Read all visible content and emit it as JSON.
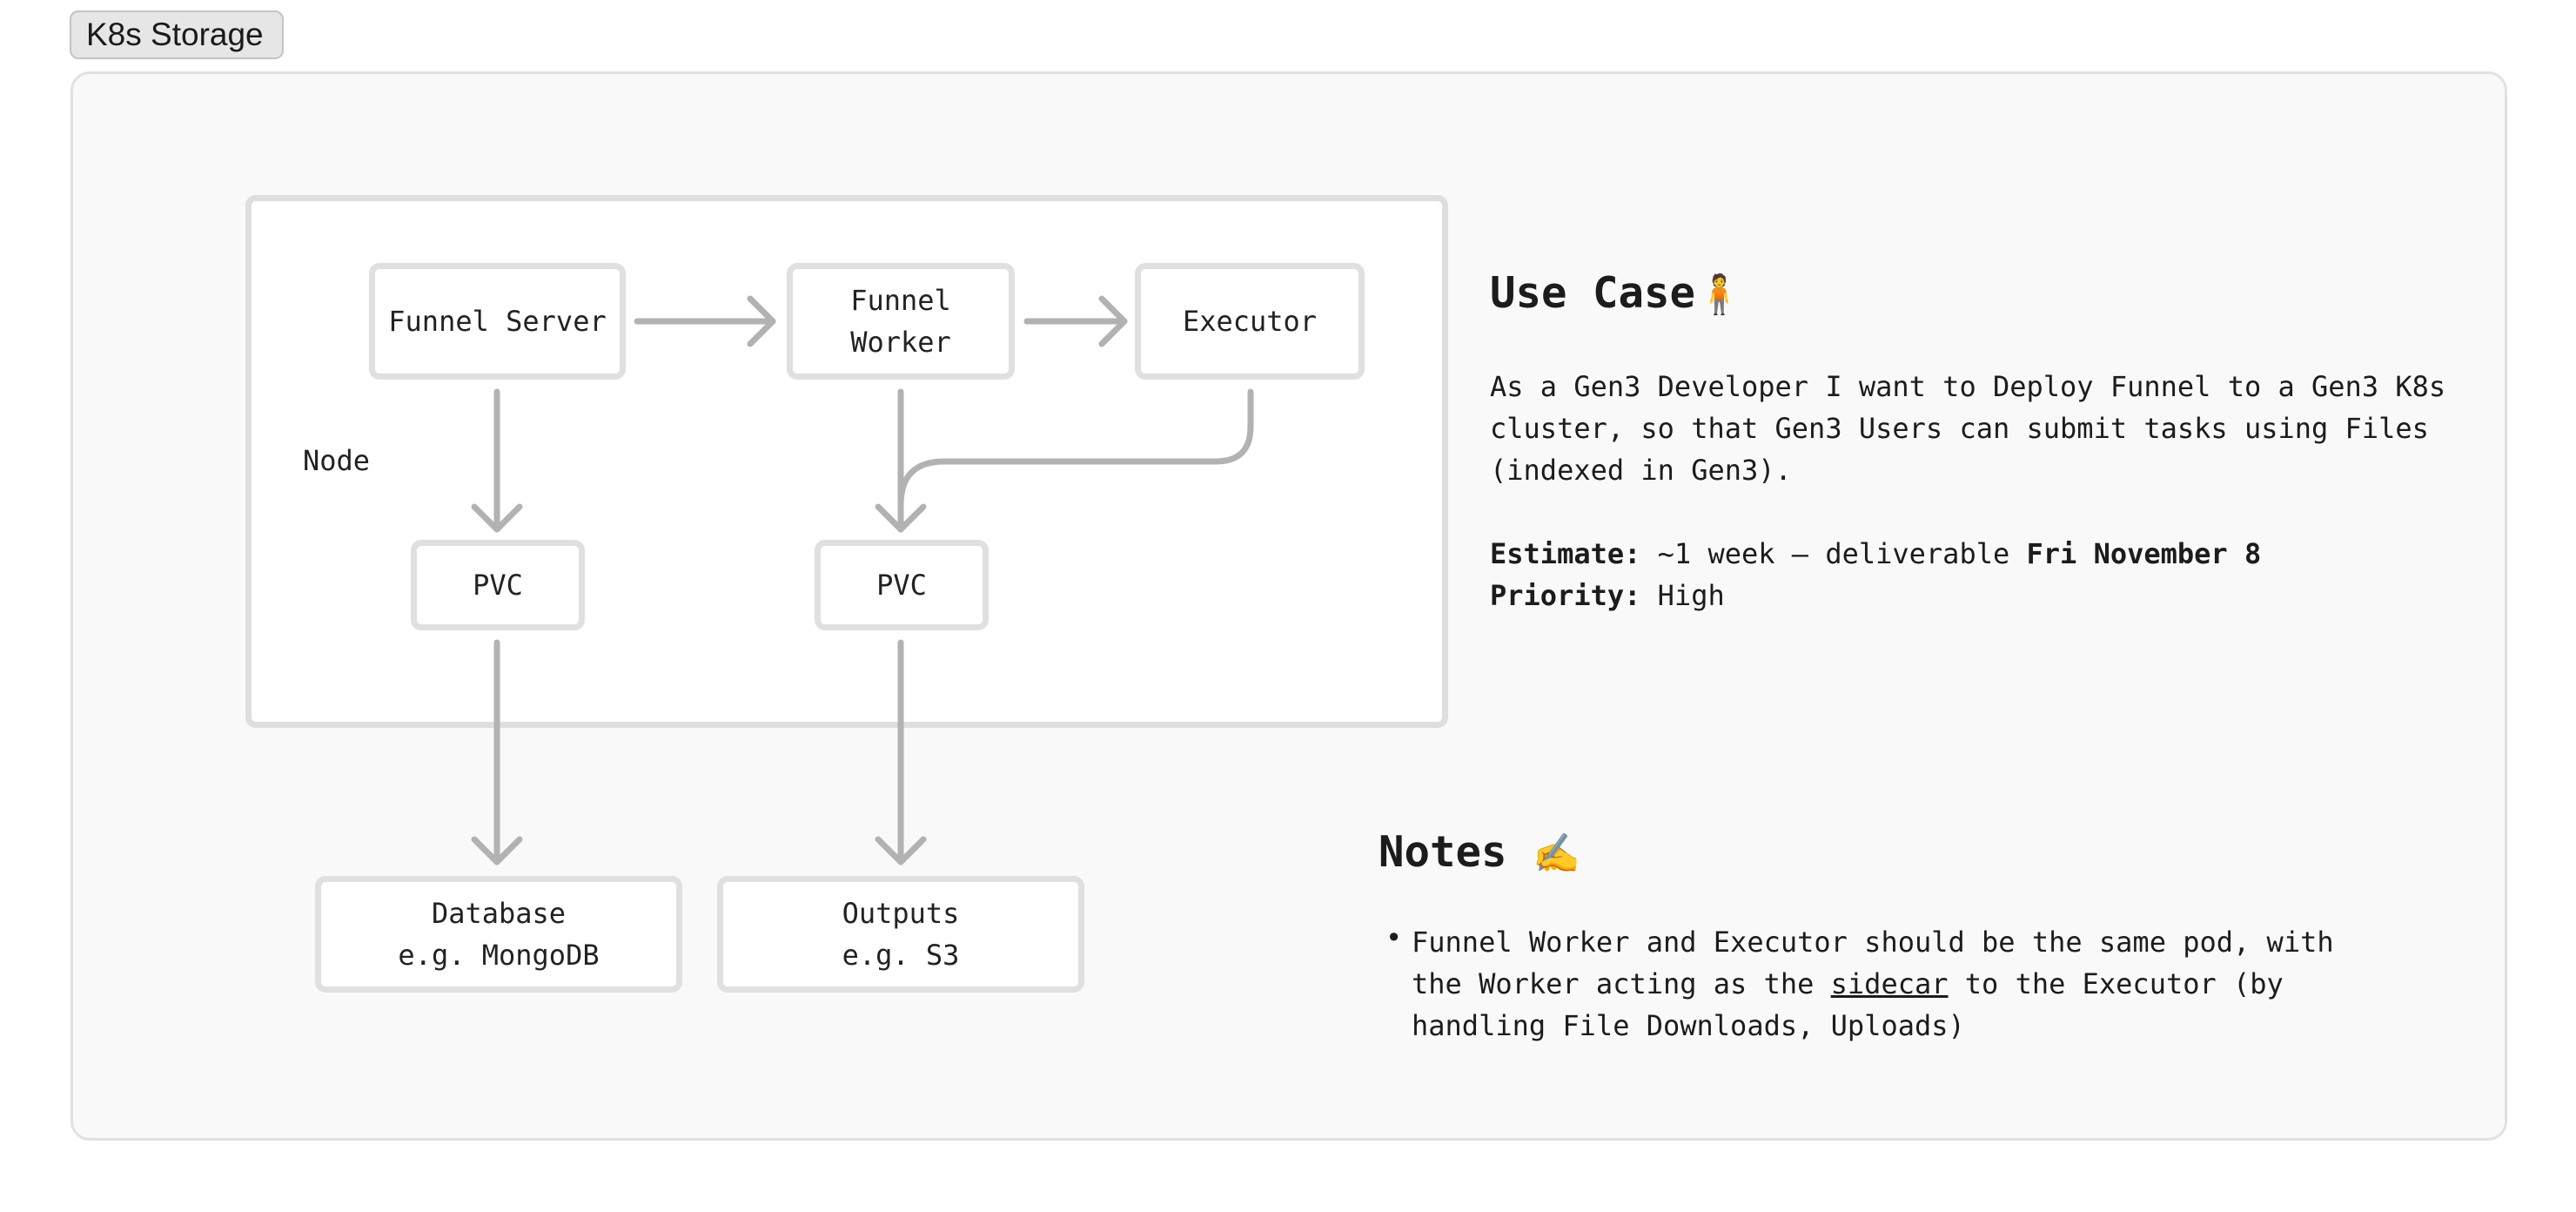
{
  "frame": {
    "label": "K8s Storage"
  },
  "diagram": {
    "node_label": "Node",
    "boxes": {
      "funnel_server": "Funnel Server",
      "funnel_worker": "Funnel\nWorker",
      "executor": "Executor",
      "pvc_left": "PVC",
      "pvc_right": "PVC",
      "database": "Database\ne.g. MongoDB",
      "outputs": "Outputs\ne.g. S3"
    },
    "arrow_color": "#b2b2b2",
    "box_border_color": "#e0e0e0"
  },
  "use_case": {
    "title": "Use Case",
    "title_emoji": "🧍",
    "description_lines": [
      "As a Gen3 Developer I want to Deploy Funnel to a Gen3 K8s",
      "cluster, so that Gen3 Users can submit tasks using Files",
      "(indexed in Gen3)."
    ],
    "estimate_label": "Estimate:",
    "estimate_text": " ~1 week — deliverable ",
    "estimate_date": "Fri November 8",
    "priority_label": "Priority:",
    "priority_value": " High"
  },
  "notes": {
    "title": "Notes",
    "title_emoji": "✍️",
    "bullet": "•",
    "line1": "Funnel Worker and Executor should be the same pod, with",
    "line2_before": "the Worker acting as the ",
    "line2_link": "sidecar",
    "line2_after": " to the Executor (by",
    "line3": "handling File Downloads, Uploads)"
  }
}
